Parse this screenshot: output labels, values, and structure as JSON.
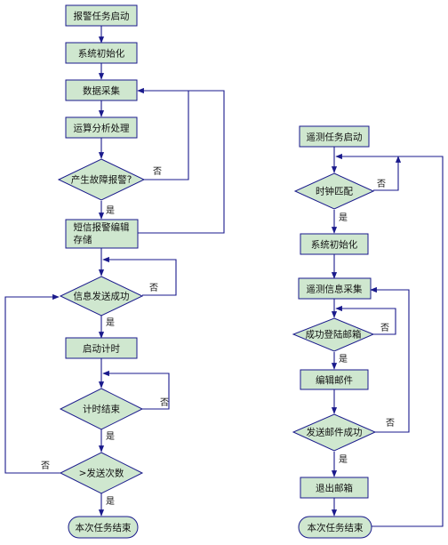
{
  "left": {
    "n1": "报警任务启动",
    "n2": "系统初始化",
    "n3": "数据采集",
    "n4": "运算分析处理",
    "d1": "产生故障报警?",
    "n5a": "短信报警编辑",
    "n5b": "存储",
    "d2": "信息发送成功",
    "n6": "启动计时",
    "d3": "计时结束",
    "d4": ">发送次数",
    "end": "本次任务结束"
  },
  "right": {
    "n1": "遥测任务启动",
    "d1": "时钟匹配",
    "n2": "系统初始化",
    "n3": "遥测信息采集",
    "d2": "成功登陆邮箱",
    "n4": "编辑邮件",
    "d3": "发送邮件成功",
    "n5": "退出邮箱",
    "end": "本次任务结束"
  },
  "yes": "是",
  "no": "否"
}
